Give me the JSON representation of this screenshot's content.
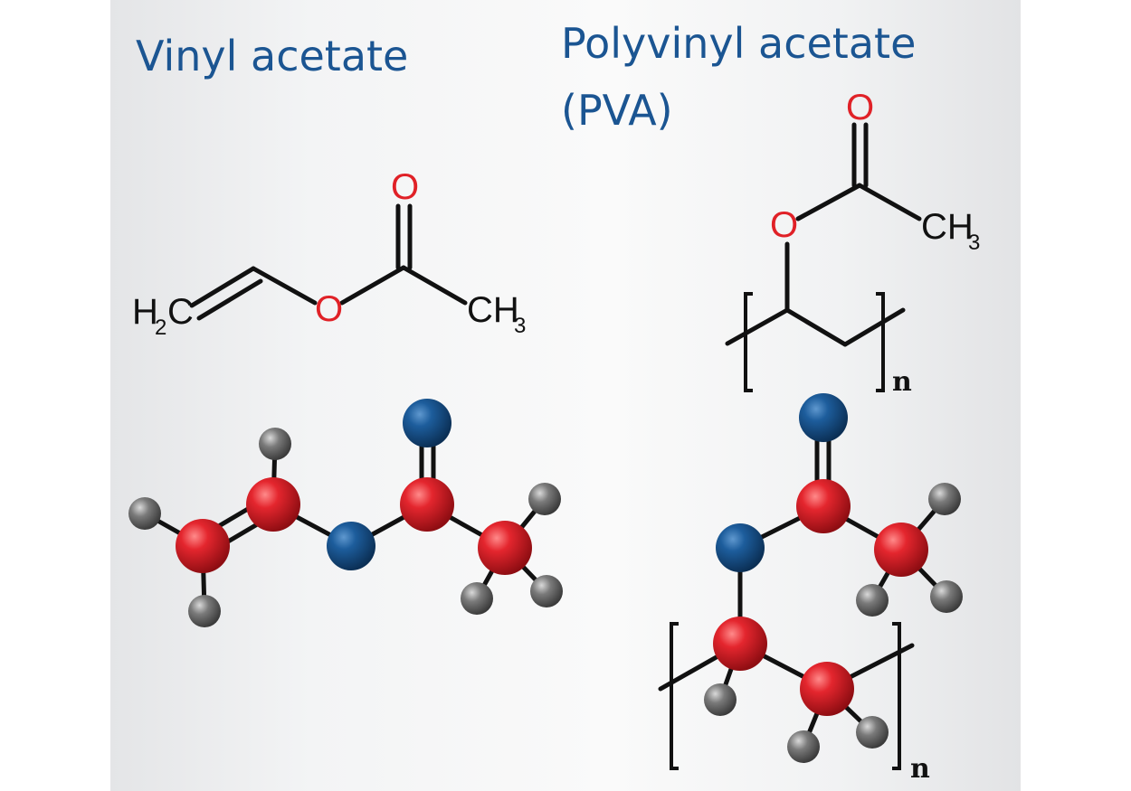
{
  "titles": {
    "left": "Vinyl acetate",
    "right_line1": "Polyvinyl acetate",
    "right_line2": "(PVA)"
  },
  "labels": {
    "vinyl_h2c_main": "H",
    "vinyl_h2c_sub": "2",
    "vinyl_h2c_tail": "C",
    "vinyl_o_ester": "O",
    "vinyl_o_carbonyl": "O",
    "vinyl_ch3_main": "CH",
    "vinyl_ch3_sub": "3",
    "pva_o_carbonyl": "O",
    "pva_o_ester": "O",
    "pva_ch3_main": "CH",
    "pva_ch3_sub": "3",
    "pva_n_structural": "n",
    "pva_n_model": "n"
  },
  "colors": {
    "title": "#1b5592",
    "oxygen_label": "#e02127",
    "carbon_atom": "#d8222b",
    "oxygen_atom": "#1b5592",
    "hydrogen_atom": "#6f6f6f",
    "bond": "#111111"
  }
}
